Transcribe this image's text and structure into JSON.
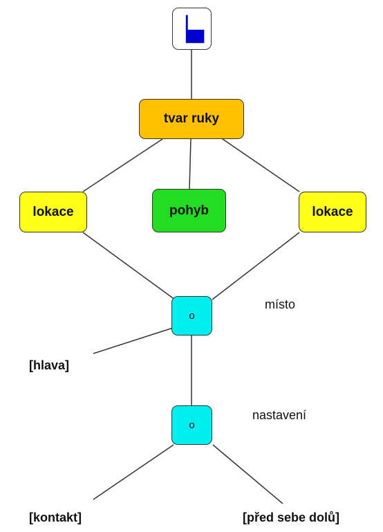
{
  "diagram": {
    "nodes": {
      "handshape": {
        "label": "tvar ruky",
        "color": "#FFC000"
      },
      "lok_left": {
        "label": "lokace",
        "color": "#FFFF1A"
      },
      "pohyb": {
        "label": "pohyb",
        "color": "#22DD22"
      },
      "lok_right": {
        "label": "lokace",
        "color": "#FFFF1A"
      },
      "node_o1": {
        "label": "o",
        "color": "#00F0F0"
      },
      "node_o2": {
        "label": "o",
        "color": "#00F0F0"
      }
    },
    "labels": {
      "misto": "místo",
      "nastaveni": "nastavení",
      "hlava": "[hlava]",
      "kontakt": "[kontakt]",
      "pred": "[před sebe dolů]"
    },
    "symbol_color": "#0000CC"
  }
}
